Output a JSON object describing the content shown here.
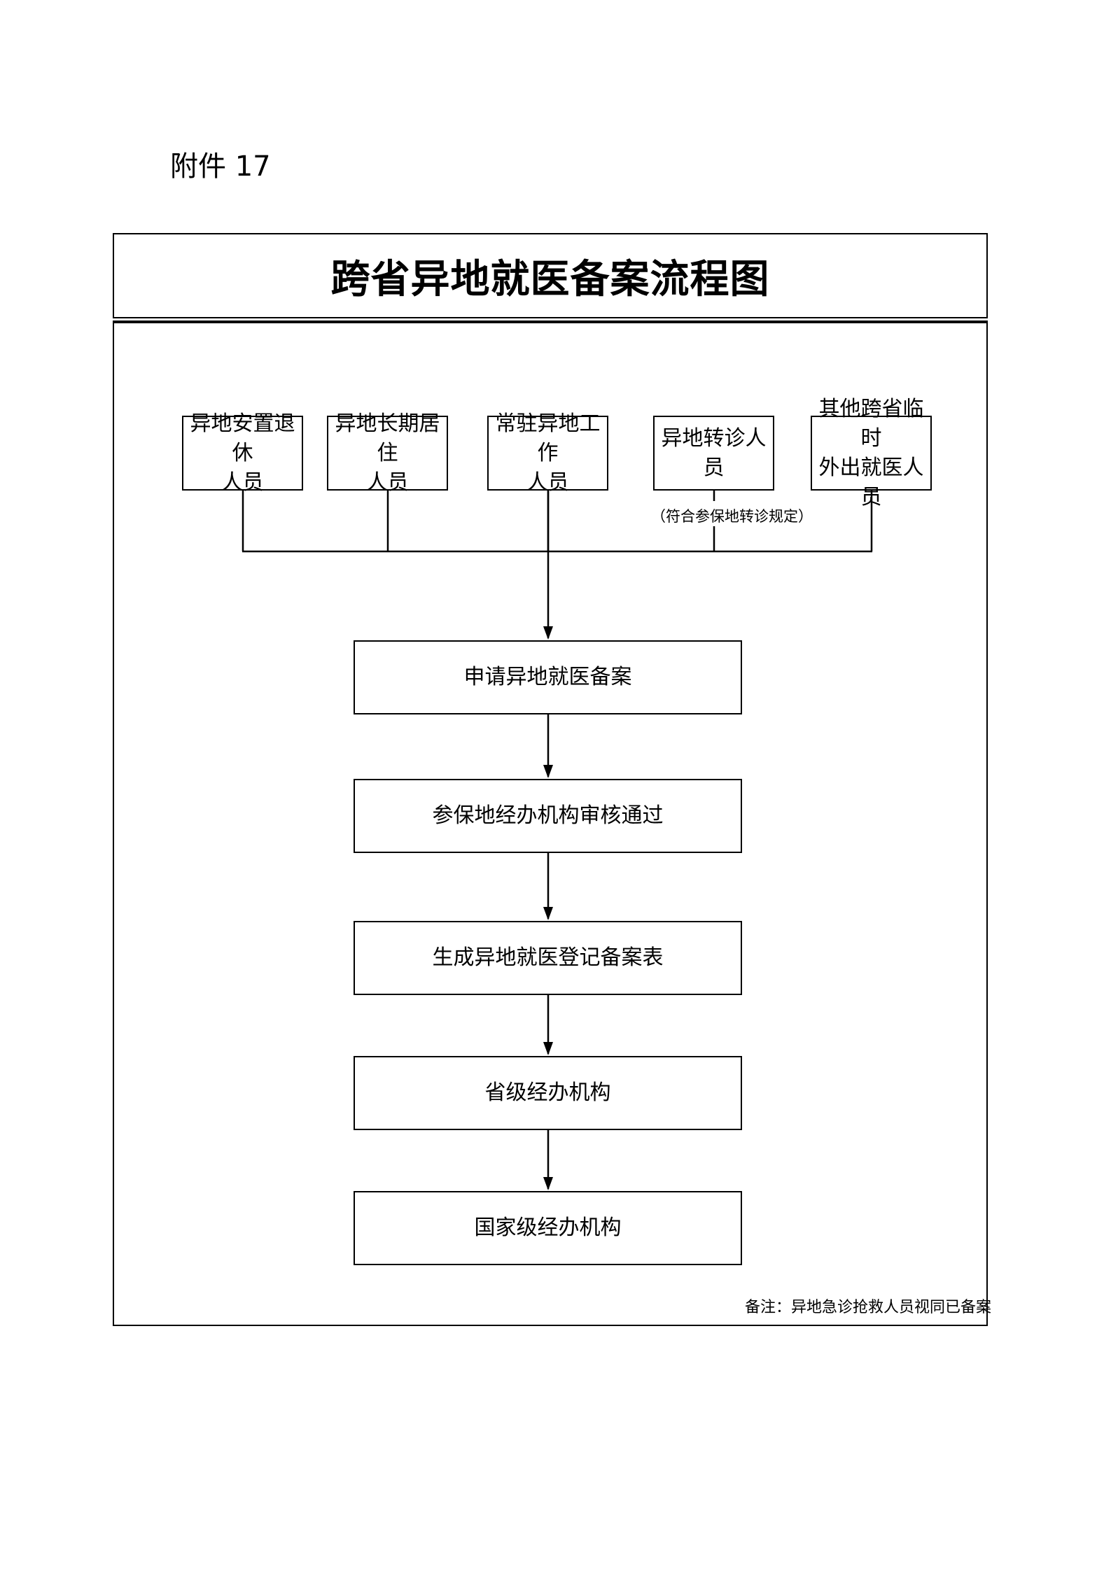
{
  "attachment_label": "附件 17",
  "title": "跨省异地就医备案流程图",
  "categories": [
    {
      "line1": "异地安置退休",
      "line2": "人员"
    },
    {
      "line1": "异地长期居住",
      "line2": "人员"
    },
    {
      "line1": "常驻异地工作",
      "line2": "人员"
    },
    {
      "line1": "异地转诊人员",
      "line2": ""
    },
    {
      "line1": "其他跨省临时",
      "line2": "外出就医人员"
    }
  ],
  "referral_note": "（符合参保地转诊规定）",
  "steps": [
    "申请异地就医备案",
    "参保地经办机构审核通过",
    "生成异地就医登记备案表",
    "省级经办机构",
    "国家级经办机构"
  ],
  "footnote": "备注：异地急诊抢救人员视同已备案"
}
